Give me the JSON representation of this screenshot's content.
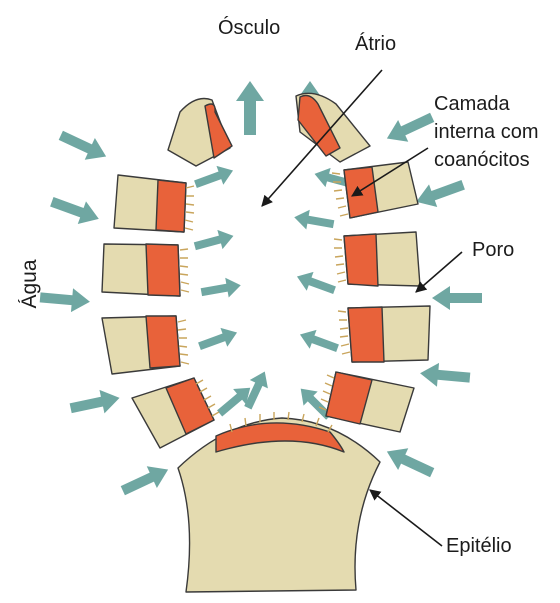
{
  "labels": {
    "osculo": "Ósculo",
    "atrio": "Átrio",
    "camada_line1": "Camada",
    "camada_line2": "interna com",
    "camada_line3": "coanócitos",
    "poro": "Poro",
    "agua": "Água",
    "epitelio": "Epitélio"
  },
  "colors": {
    "outer_tissue": "#e4dbb0",
    "inner_layer": "#e8623a",
    "choanocyte_cilia": "#c9a55c",
    "water_arrow": "#5f9e98",
    "leader_line": "#1a1a1a"
  }
}
